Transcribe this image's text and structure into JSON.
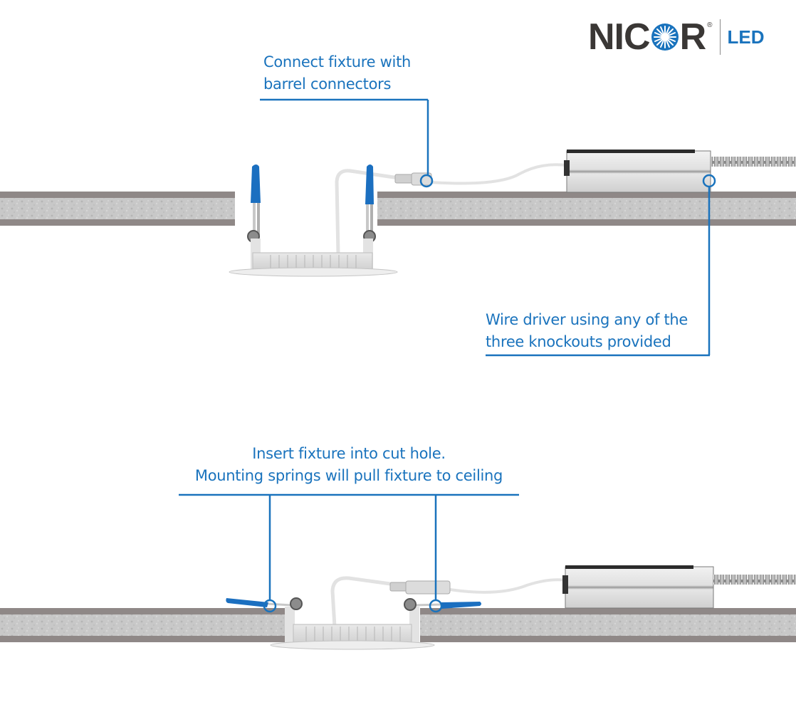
{
  "brand": {
    "name_part1": "NIC",
    "name_part2": "R",
    "registered": "®",
    "product": "LED",
    "accent_color": "#1a73bd",
    "text_color": "#3a3735"
  },
  "callouts": {
    "connect": {
      "line1": "Connect fixture with",
      "line2": "barrel connectors"
    },
    "wire_driver": {
      "line1": "Wire driver using any of the",
      "line2": "three knockouts provided"
    },
    "insert": {
      "line1": "Insert fixture into cut hole.",
      "line2": "Mounting springs will pull fixture to ceiling"
    }
  },
  "colors": {
    "ceiling_edge": "#8f8887",
    "ceiling_core": "#c9c9c9",
    "spring_blue": "#1b6fc0",
    "driver_silver": "#d8d8d8",
    "cable_white": "#e6e6e6"
  },
  "panels": [
    {
      "name": "step-wiring",
      "description": "Fixture below ceiling, springs upright, driver on ceiling"
    },
    {
      "name": "step-install",
      "description": "Fixture inserted into cut hole, springs spread onto ceiling"
    }
  ]
}
